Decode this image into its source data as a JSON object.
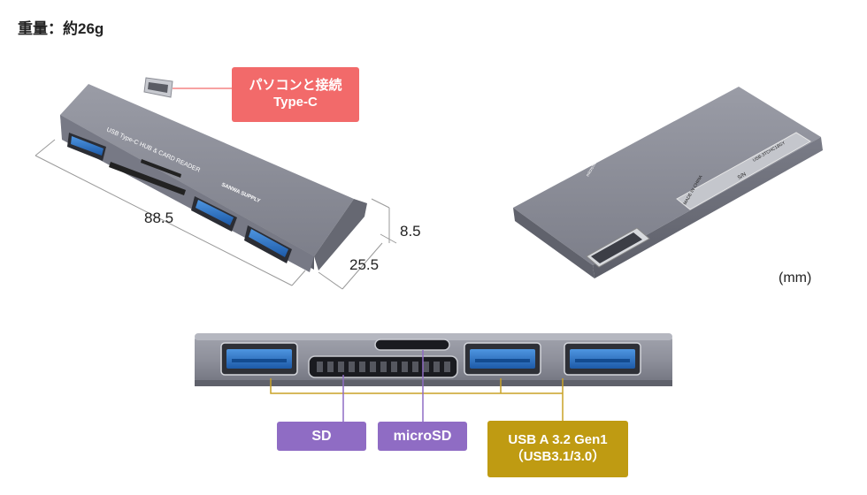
{
  "weight": {
    "label": "重量：約26g"
  },
  "callouts": {
    "pc_connection": {
      "line1": "パソコンと接続",
      "line2": "Type-C",
      "color": "#f26a6a"
    },
    "sd": {
      "label": "SD",
      "color": "#8f6cc4"
    },
    "microsd": {
      "label": "microSD",
      "color": "#8f6cc4"
    },
    "usb": {
      "line1": "USB A 3.2 Gen1",
      "line2": "（USB3.1/3.0）",
      "color": "#bf9b12"
    }
  },
  "dimensions": {
    "length": "88.5",
    "width": "25.5",
    "height": "8.5",
    "unit": "(mm)"
  },
  "device_front_print": {
    "line1": "USB Type-C HUB & CARD READER",
    "brand": "SANWA SUPPLY"
  },
  "device_back_print": {
    "model": "USB-3TCHC18GY",
    "serial": "S/N",
    "made_in": "MADE IN CHINA",
    "slots": "microSD SD"
  },
  "colors": {
    "housing": "#8b8d98",
    "housing_dark": "#6e707b",
    "usb_blue": "#2a6fc0",
    "leader_gold": "#c9a227",
    "leader_red": "#f26a6a"
  }
}
